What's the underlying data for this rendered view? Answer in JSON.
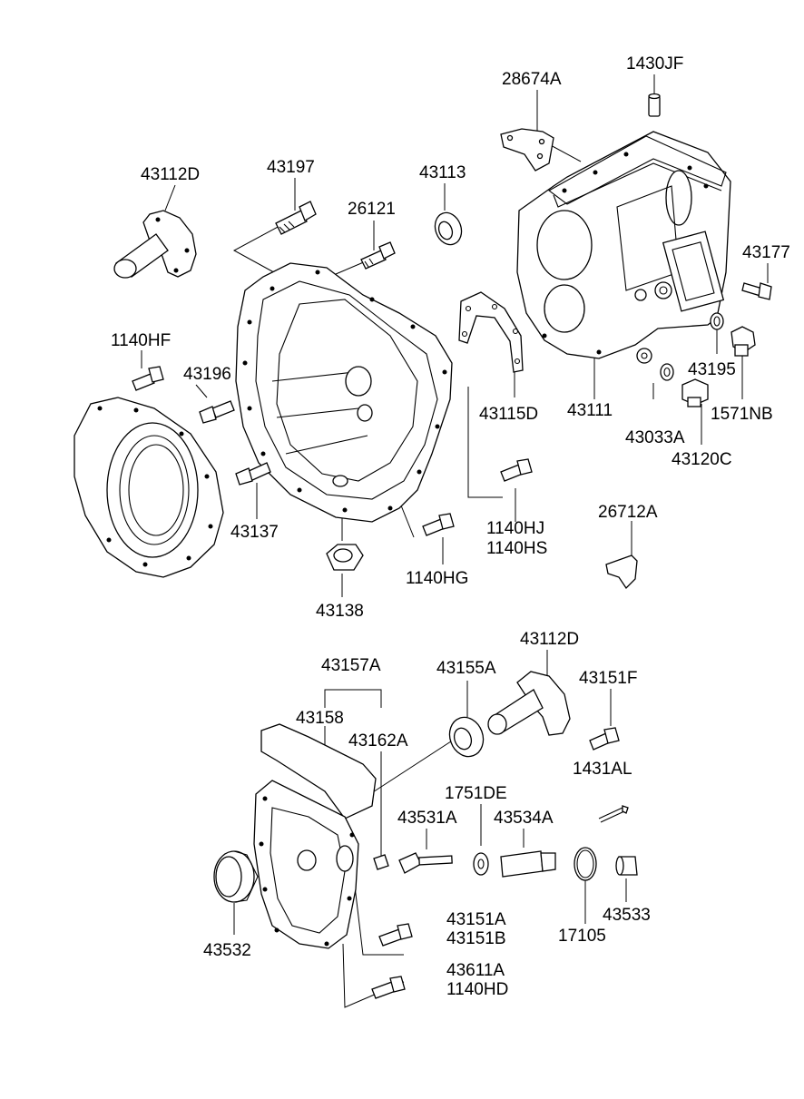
{
  "labels": {
    "p43112D_top": "43112D",
    "p43197": "43197",
    "p26121": "26121",
    "p43113": "43113",
    "p28674A": "28674A",
    "p1430JF": "1430JF",
    "p43177": "43177",
    "p1140HF": "1140HF",
    "p43196": "43196",
    "p43115D": "43115D",
    "p43111": "43111",
    "p43195": "43195",
    "p1571NB": "1571NB",
    "p43033A": "43033A",
    "p43120C": "43120C",
    "p43137": "43137",
    "p1140HJ": "1140HJ",
    "p1140HS": "1140HS",
    "p26712A": "26712A",
    "p1140HG": "1140HG",
    "p43138": "43138",
    "p43157A": "43157A",
    "p43155A": "43155A",
    "p43112D_bot": "43112D",
    "p43151F": "43151F",
    "p43158": "43158",
    "p43162A": "43162A",
    "p1431AL": "1431AL",
    "p1751DE": "1751DE",
    "p43531A": "43531A",
    "p43534A": "43534A",
    "p43532": "43532",
    "p43151A": "43151A",
    "p43151B": "43151B",
    "p17105": "17105",
    "p43533": "43533",
    "p43611A": "43611A",
    "p1140HD": "1140HD"
  },
  "icons": [
    "transmission-case-icon",
    "clutch-housing-icon",
    "extension-housing-icon",
    "bolt-icon",
    "oil-seal-icon",
    "bearing-retainer-icon",
    "gasket-icon",
    "drain-plug-icon",
    "speedometer-gear-icon",
    "speedometer-sleeve-icon",
    "o-ring-icon",
    "bracket-icon",
    "clip-icon",
    "cotter-pin-icon"
  ]
}
